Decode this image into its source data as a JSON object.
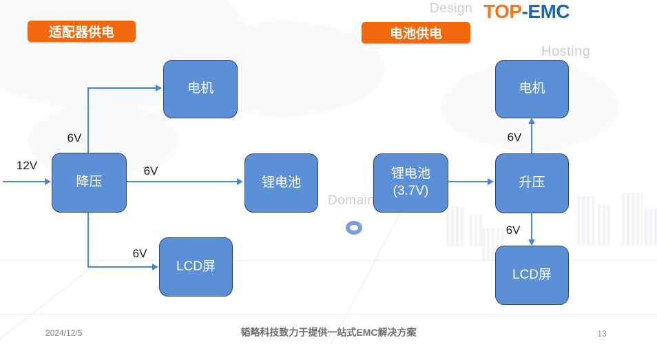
{
  "logo": {
    "top": "TOP",
    "dash": "-",
    "emc": "EMC"
  },
  "watermarks": {
    "design": "Design",
    "hosting": "Hosting",
    "domain": "Domain"
  },
  "sections": {
    "adapter": "适配器供电",
    "battery": "电池供电"
  },
  "left": {
    "nodes": {
      "motor": "电机",
      "buck": "降压",
      "battery": "锂电池",
      "lcd": "LCD屏"
    },
    "labels": {
      "input": "12V",
      "to_motor": "6V",
      "to_battery": "6V",
      "to_lcd": "6V"
    }
  },
  "right": {
    "nodes": {
      "motor": "电机",
      "battery_l1": "锂电池",
      "battery_l2": "(3.7V)",
      "boost": "升压",
      "lcd": "LCD屏"
    },
    "labels": {
      "to_motor": "6V",
      "to_lcd": "6V"
    }
  },
  "footer": {
    "date": "2024/12/5",
    "slogan": "韬略科技致力于提供一站式EMC解决方案",
    "page": "13"
  },
  "colors": {
    "tag_orange": "#F2690D",
    "node_blue": "#5B8FD6",
    "node_border": "#35465E",
    "connector_blue": "#4A86D8",
    "logo_orange": "#F5761A",
    "logo_blue": "#1568B8",
    "watermark_gray": "#C9CDD6"
  }
}
